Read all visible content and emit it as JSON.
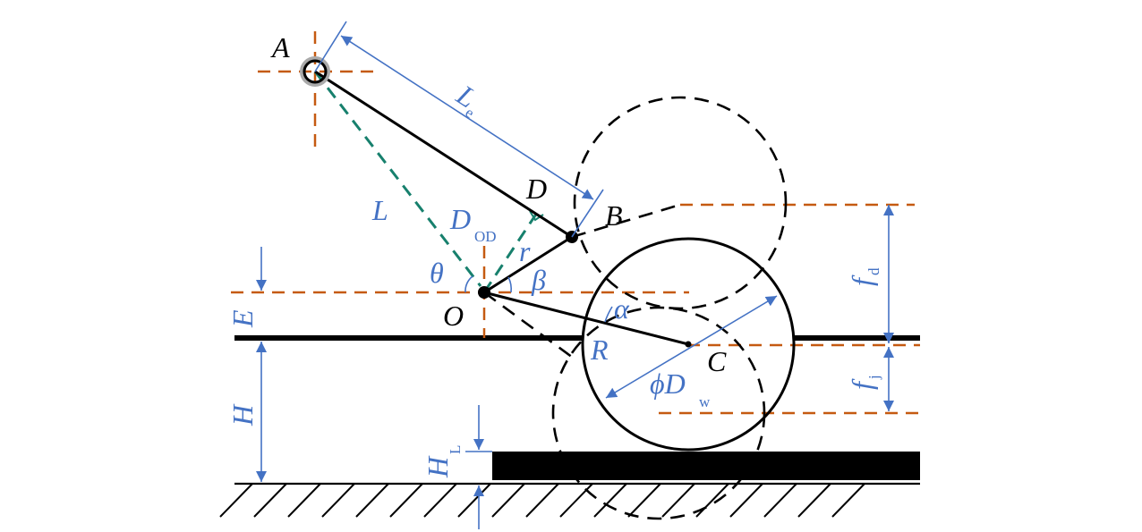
{
  "labels": {
    "A": "A",
    "B": "B",
    "C": "C",
    "D": "D",
    "O": "O",
    "Le": "L",
    "Le_sub": "e",
    "L": "L",
    "DOD": "D",
    "DOD_sub": "OD",
    "r": "r",
    "theta": "θ",
    "beta": "β",
    "alpha": "α",
    "R": "R",
    "phiDw": "ϕD",
    "phiDw_sub": "w",
    "fd": "f",
    "fd_sub": "d",
    "fj": "f",
    "fj_sub": "j",
    "E": "E",
    "H": "H",
    "HL": "H",
    "HL_sub": "L"
  },
  "colors": {
    "annotation_blue": "#4472c4",
    "construction_orange": "#c55a11",
    "radius_teal": "#17806d",
    "structure_black": "#000000"
  }
}
